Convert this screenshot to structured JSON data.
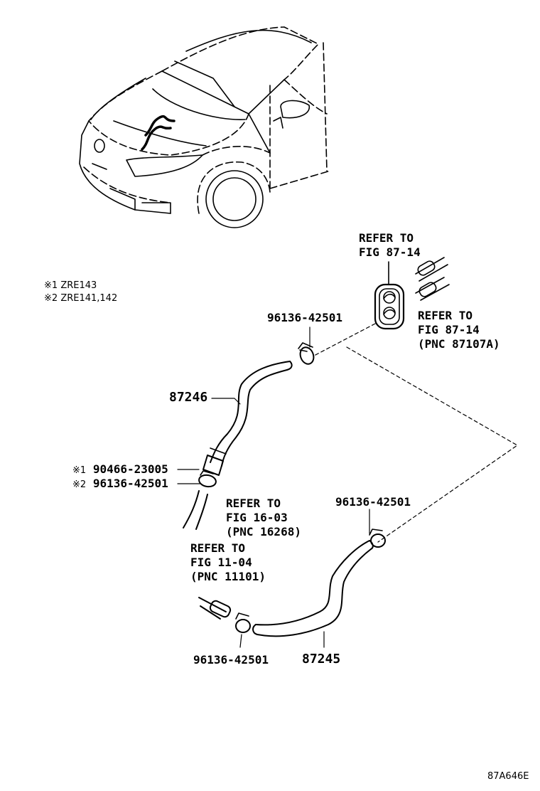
{
  "notes": [
    {
      "mark": "※1",
      "text": "ZRE143"
    },
    {
      "mark": "※2",
      "text": "ZRE141,142"
    }
  ],
  "refs": {
    "ref_8714_top": [
      "REFER TO",
      "FIG 87-14"
    ],
    "ref_8714_pnc": [
      "REFER TO",
      "FIG 87-14",
      "(PNC 87107A)"
    ],
    "ref_1603": [
      "REFER TO",
      "FIG 16-03",
      "(PNC 16268)"
    ],
    "ref_1104": [
      "REFER TO",
      "FIG 11-04",
      "(PNC 11101)"
    ]
  },
  "parts": {
    "clamp_top": "96136-42501",
    "hose_upper": "87246",
    "clamp_lower_1_mark": "※1",
    "clamp_lower_1": "90466-23005",
    "clamp_lower_2_mark": "※2",
    "clamp_lower_2": "96136-42501",
    "clamp_right": "96136-42501",
    "clamp_bottom": "96136-42501",
    "hose_lower": "87245"
  },
  "diagram_code": "87A646E"
}
